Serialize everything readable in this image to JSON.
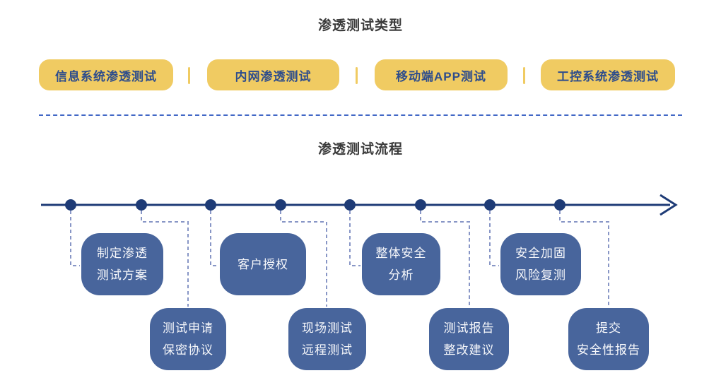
{
  "section_types": {
    "title": "渗透测试类型",
    "items": [
      {
        "label": "信息系统渗透测试"
      },
      {
        "label": "内网渗透测试"
      },
      {
        "label": "移动端APP测试"
      },
      {
        "label": "工控系统渗透测试"
      }
    ]
  },
  "section_flow": {
    "title": "渗透测试流程",
    "steps": [
      {
        "lines": [
          "制定渗透",
          "测试方案"
        ]
      },
      {
        "lines": [
          "测试申请",
          "保密协议"
        ]
      },
      {
        "lines": [
          "客户授权"
        ]
      },
      {
        "lines": [
          "现场测试",
          "远程测试"
        ]
      },
      {
        "lines": [
          "整体安全",
          "分析"
        ]
      },
      {
        "lines": [
          "测试报告",
          "整改建议"
        ]
      },
      {
        "lines": [
          "安全加固",
          "风险复测"
        ]
      },
      {
        "lines": [
          "提交",
          "安全性报告"
        ]
      }
    ]
  },
  "colors": {
    "pill_background": "#F0CB62",
    "pill_text": "#2E4D8C",
    "step_background": "#48659C",
    "step_text": "#F7F8FB",
    "timeline": "#1E3B76",
    "connector": "#8896C6",
    "divider": "#4268C6",
    "title_text": "#3B3B3B"
  }
}
